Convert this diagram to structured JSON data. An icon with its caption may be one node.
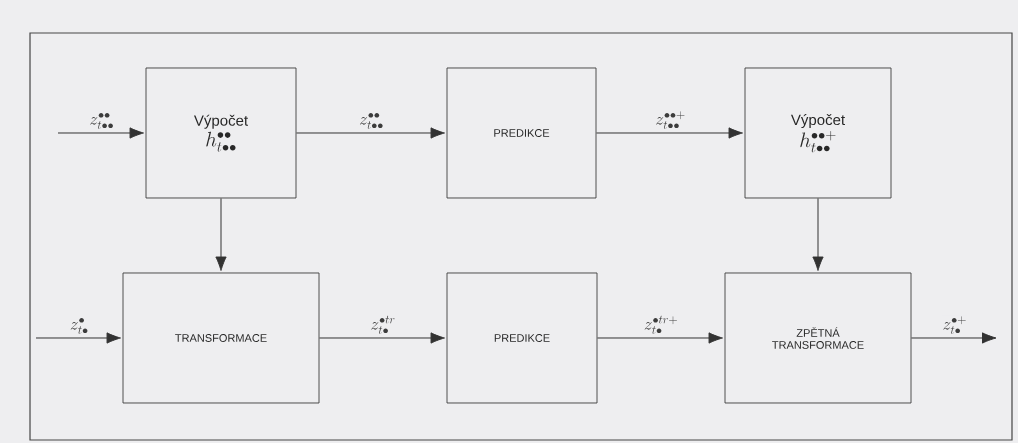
{
  "diagram": {
    "nodes": [
      {
        "text": [
          "Výpočet",
          "h_{t\\bullet\\bullet}^{\\bullet\\bullet}"
        ]
      },
      {
        "text": [
          "PREDIKCE"
        ]
      },
      {
        "text": [
          "Výpočet",
          "h_{t\\bullet\\bullet}^{\\bullet\\bullet +}"
        ]
      },
      {
        "text": [
          "TRANSFORMACE"
        ]
      },
      {
        "text": [
          "PREDIKCE"
        ]
      },
      {
        "text": [
          "ZPĚTNÁ TRANSFORMACE"
        ]
      }
    ],
    "edges": [
      {
        "from": null,
        "to": 0,
        "arrow": "to",
        "label": "z_{t\\bullet\\bullet}^{\\bullet\\bullet}"
      },
      {
        "from": 0,
        "to": 1,
        "arrow": "to",
        "label": "z_{t\\bullet\\bullet}^{\\bullet\\bullet}"
      },
      {
        "from": 1,
        "to": 2,
        "arrow": "to",
        "label": "z_{t\\bullet\\bullet}^{\\bullet\\bullet +}"
      },
      {
        "from": 0,
        "to": 3,
        "arrow": "to"
      },
      {
        "from": 2,
        "to": 5,
        "arrow": "to"
      },
      {
        "from": null,
        "to": 3,
        "arrow": "to",
        "label": "z_{t\\bullet}^{\\bullet}"
      },
      {
        "from": 3,
        "to": 4,
        "arrow": "to",
        "label": "z_{t\\bullet}^{\\bullet tr}"
      },
      {
        "from": 4,
        "to": 5,
        "arrow": "to",
        "label": "z_{t\\bullet}^{\\bullet tr +}"
      },
      {
        "from": 5,
        "to": null,
        "arrow": "to",
        "label": "z_{t\\bullet}^{\\bullet +}"
      }
    ]
  }
}
